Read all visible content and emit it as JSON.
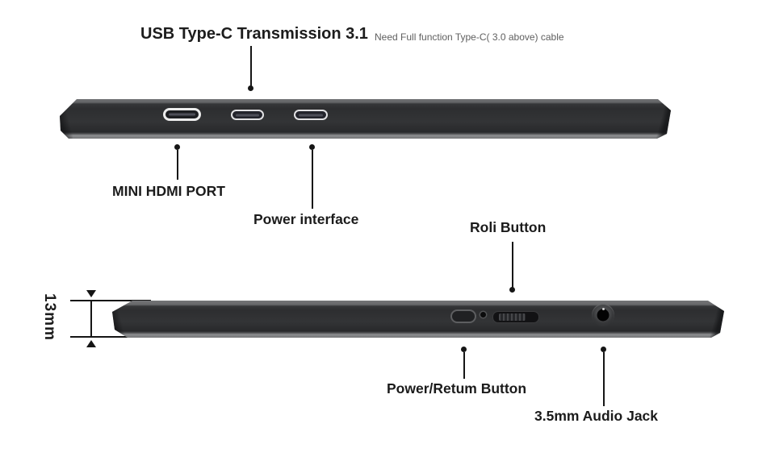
{
  "colors": {
    "background": "#ffffff",
    "device_body": "#2f3032",
    "device_edge_highlight": "#797a7c",
    "text": "#1b1b1b",
    "note_text": "#5f5f5f"
  },
  "header": {
    "title": "USB Type-C Transmission 3.1",
    "note": "Need Full function Type-C( 3.0 above) cable"
  },
  "top_edge_view": {
    "ports": [
      {
        "name": "mini-hdmi-port"
      },
      {
        "name": "usb-c-transmission-port"
      },
      {
        "name": "usb-c-power-port"
      }
    ],
    "labels": {
      "mini_hdmi": "MINI HDMI PORT",
      "power_interface": "Power interface"
    }
  },
  "side_edge_view": {
    "controls": [
      {
        "name": "power-return-button"
      },
      {
        "name": "indicator-hole"
      },
      {
        "name": "roll-wheel-button"
      },
      {
        "name": "audio-jack"
      }
    ],
    "labels": {
      "roli_button": "Roli Button",
      "power_return": "Power/Retum Button",
      "audio_jack": "3.5mm Audio Jack"
    },
    "dimension": {
      "thickness": "13mm"
    }
  }
}
